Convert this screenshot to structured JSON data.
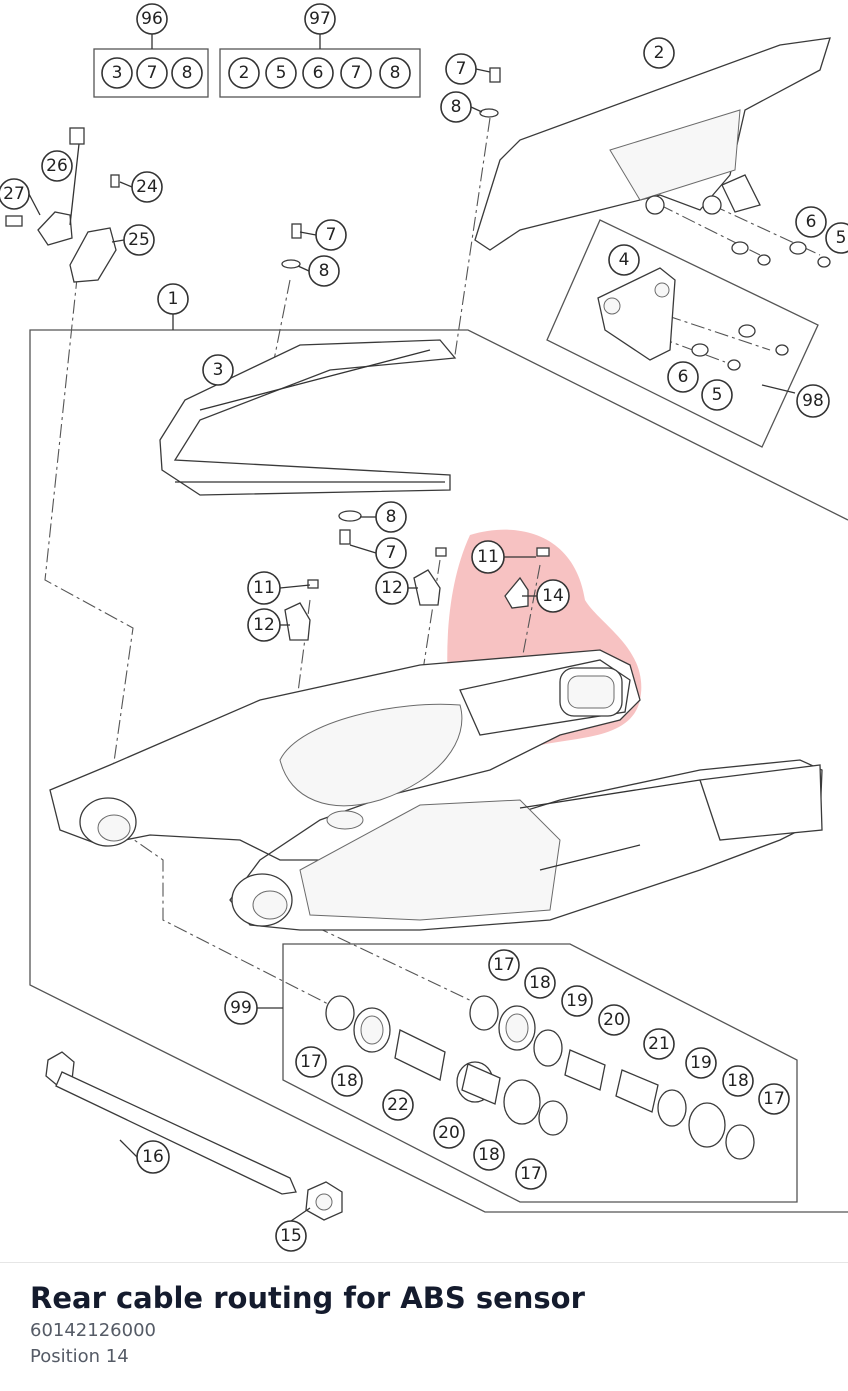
{
  "caption": {
    "title": "Rear cable routing for ABS sensor",
    "part_number": "60142126000",
    "position": "Position 14"
  },
  "highlight_color": "#f29a9a",
  "callouts": [
    {
      "id": "c96",
      "label": "96"
    },
    {
      "id": "c97",
      "label": "97"
    },
    {
      "id": "c96-3",
      "label": "3"
    },
    {
      "id": "c96-7",
      "label": "7"
    },
    {
      "id": "c96-8",
      "label": "8"
    },
    {
      "id": "c97-2",
      "label": "2"
    },
    {
      "id": "c97-5",
      "label": "5"
    },
    {
      "id": "c97-6",
      "label": "6"
    },
    {
      "id": "c97-7",
      "label": "7"
    },
    {
      "id": "c97-8",
      "label": "8"
    },
    {
      "id": "c2",
      "label": "2"
    },
    {
      "id": "c7a",
      "label": "7"
    },
    {
      "id": "c8a",
      "label": "8"
    },
    {
      "id": "c26",
      "label": "26"
    },
    {
      "id": "c27",
      "label": "27"
    },
    {
      "id": "c24",
      "label": "24"
    },
    {
      "id": "c25",
      "label": "25"
    },
    {
      "id": "c7b",
      "label": "7"
    },
    {
      "id": "c8b",
      "label": "8"
    },
    {
      "id": "c6a",
      "label": "6"
    },
    {
      "id": "c5a",
      "label": "5"
    },
    {
      "id": "c4",
      "label": "4"
    },
    {
      "id": "c1",
      "label": "1"
    },
    {
      "id": "c3",
      "label": "3"
    },
    {
      "id": "c6b",
      "label": "6"
    },
    {
      "id": "c5b",
      "label": "5"
    },
    {
      "id": "c98",
      "label": "98"
    },
    {
      "id": "c8c",
      "label": "8"
    },
    {
      "id": "c7c",
      "label": "7"
    },
    {
      "id": "c11a",
      "label": "11"
    },
    {
      "id": "c14",
      "label": "14"
    },
    {
      "id": "c12a",
      "label": "12"
    },
    {
      "id": "c11b",
      "label": "11"
    },
    {
      "id": "c12b",
      "label": "12"
    },
    {
      "id": "c17a",
      "label": "17"
    },
    {
      "id": "c18a",
      "label": "18"
    },
    {
      "id": "c19a",
      "label": "19"
    },
    {
      "id": "c20a",
      "label": "20"
    },
    {
      "id": "c21",
      "label": "21"
    },
    {
      "id": "c99",
      "label": "99"
    },
    {
      "id": "c19b",
      "label": "19"
    },
    {
      "id": "c18b",
      "label": "18"
    },
    {
      "id": "c17b",
      "label": "17"
    },
    {
      "id": "c17c",
      "label": "17"
    },
    {
      "id": "c18c",
      "label": "18"
    },
    {
      "id": "c22",
      "label": "22"
    },
    {
      "id": "c20b",
      "label": "20"
    },
    {
      "id": "c18d",
      "label": "18"
    },
    {
      "id": "c17d",
      "label": "17"
    },
    {
      "id": "c16",
      "label": "16"
    },
    {
      "id": "c15",
      "label": "15"
    }
  ]
}
